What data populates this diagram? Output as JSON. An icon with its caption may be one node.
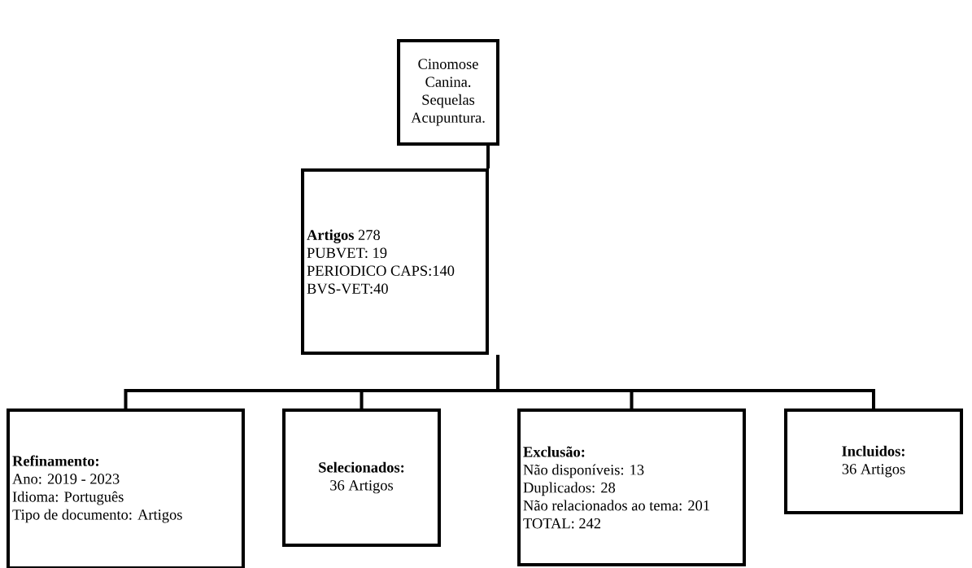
{
  "diagram": {
    "nodes": [
      {
        "text": [
          "Cinomose Canina. Sequelas Acupuntura."
        ]
      },
      {
        "text": [
          "**Artigos** 278",
          "PUBVET: 19",
          "PERIODICO CAPS:140",
          "BVS-VET:40"
        ]
      },
      {
        "text": [
          "Refinamento:",
          "Ano: 2019 - 2023",
          "Idioma: Português",
          "Tipo de documento: Artigos"
        ]
      },
      {
        "text": [
          "Selecionados:",
          "36 Artigos"
        ]
      },
      {
        "text": [
          "Exclusão:",
          "Não disponíveis: 13",
          "Duplicados: 28",
          "Não relacionados ao tema: 201",
          "TOTAL: 242"
        ]
      },
      {
        "text": [
          "Incluidos:",
          "36 Artigos"
        ]
      }
    ],
    "edges": [
      {
        "from": 0,
        "to": 1,
        "arrow": "none"
      },
      {
        "from": 1,
        "to": 2,
        "arrow": "none"
      },
      {
        "from": 1,
        "to": 3,
        "arrow": "none"
      },
      {
        "from": 1,
        "to": 4,
        "arrow": "none"
      },
      {
        "from": 1,
        "to": 5,
        "arrow": "none"
      }
    ]
  }
}
